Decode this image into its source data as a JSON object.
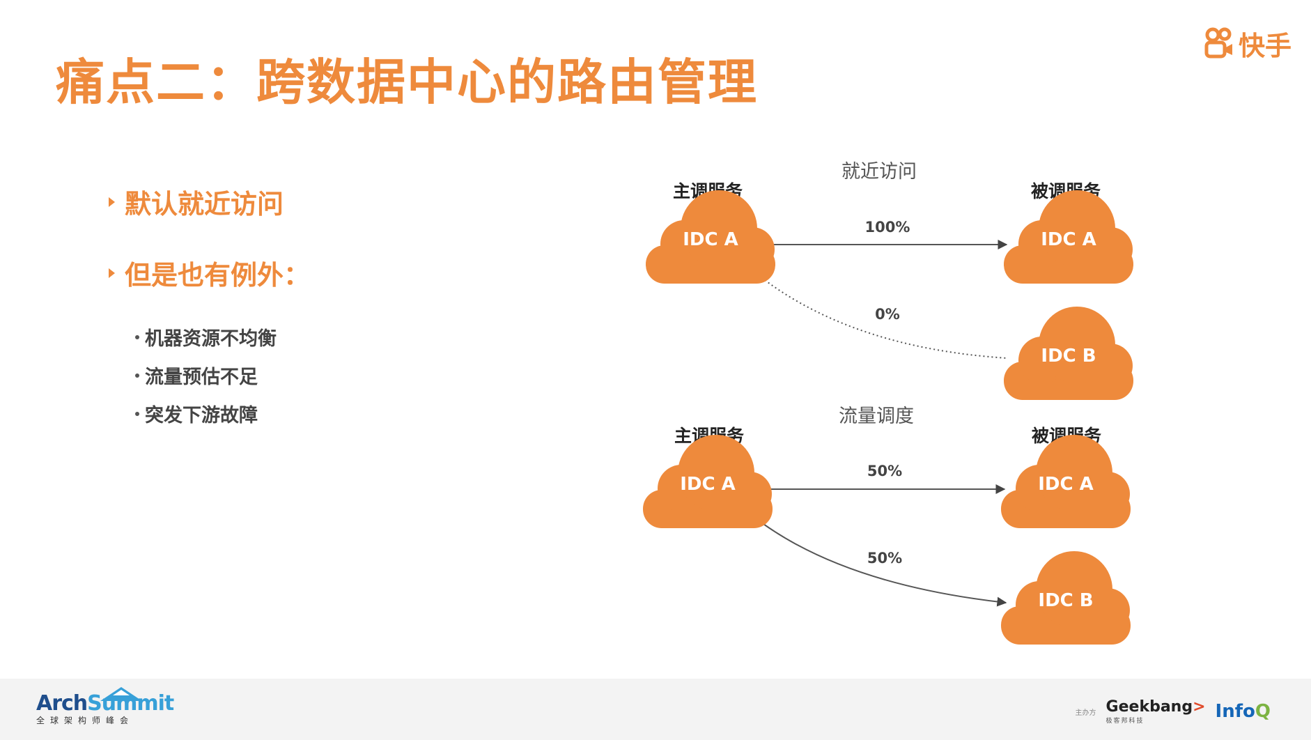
{
  "title": "痛点二：跨数据中心的路由管理",
  "brand": {
    "name": "快手",
    "logo_icon": "kuaishou-logo-icon"
  },
  "bullets": [
    {
      "text": "默认就近访问"
    },
    {
      "text": "但是也有例外：",
      "children": [
        "机器资源不均衡",
        "流量预估不足",
        "突发下游故障"
      ]
    }
  ],
  "diagrams": [
    {
      "title": "就近访问",
      "caller_label": "主调服务",
      "callee_label": "被调服务",
      "caller": "IDC A",
      "callee_a": "IDC A",
      "callee_b": "IDC B",
      "edge_a": "100%",
      "edge_b": "0%",
      "edge_b_style": "dotted"
    },
    {
      "title": "流量调度",
      "caller_label": "主调服务",
      "callee_label": "被调服务",
      "caller": "IDC A",
      "callee_a": "IDC A",
      "callee_b": "IDC B",
      "edge_a": "50%",
      "edge_b": "50%",
      "edge_b_style": "solid"
    }
  ],
  "footer": {
    "conference": {
      "name_part1": "Arch",
      "name_part2": "Summit",
      "subtitle": "全球架构师峰会"
    },
    "host_label": "主办方",
    "geekbang": {
      "name": "Geekbang",
      "sub": "极客邦科技"
    },
    "infoq": {
      "name_part1": "Info",
      "name_part2": "Q"
    }
  },
  "colors": {
    "accent": "#ee8a3c",
    "cloud": "#ee8a3c",
    "text_dark": "#222222",
    "edge": "#555555"
  }
}
